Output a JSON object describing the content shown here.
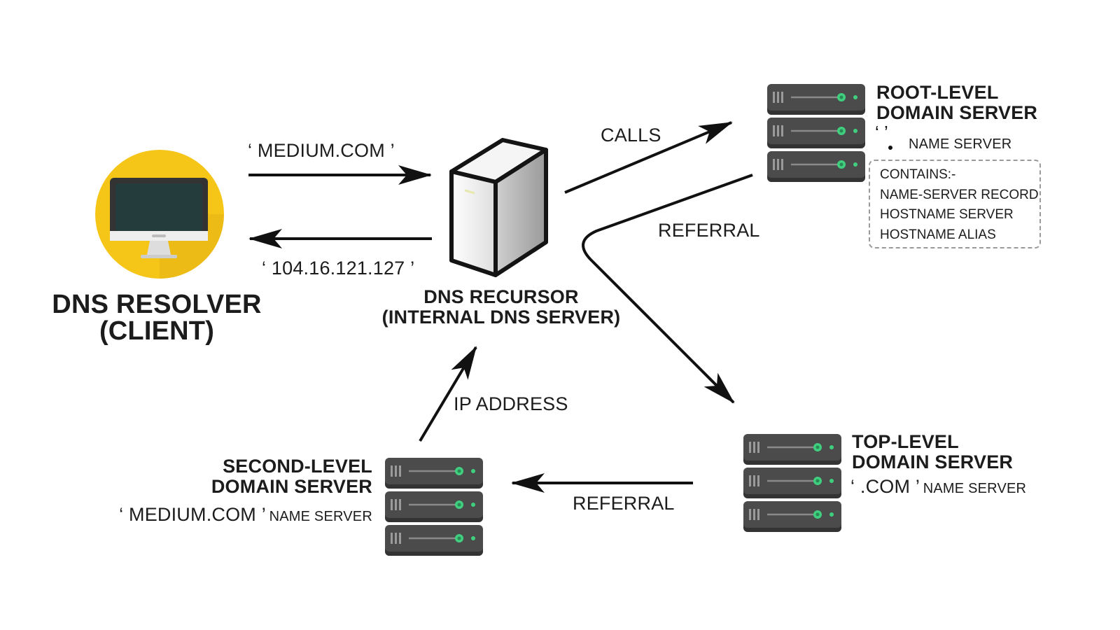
{
  "nodes": {
    "client": {
      "title_line1": "DNS RESOLVER",
      "title_line2": "(CLIENT)"
    },
    "recursor": {
      "title_line1": "DNS RECURSOR",
      "title_line2": "(INTERNAL DNS SERVER)"
    },
    "root": {
      "title_line1": "ROOT-LEVEL",
      "title_line2": "DOMAIN SERVER",
      "name_server_label": "NAME SERVER",
      "contains": [
        "CONTAINS:-",
        "NAME-SERVER RECORD",
        "HOSTNAME SERVER",
        "HOSTNAME ALIAS"
      ]
    },
    "tld": {
      "title_line1": "TOP-LEVEL",
      "title_line2": "DOMAIN SERVER",
      "domain": "‘ .COM ’",
      "name_server_label": "NAME SERVER"
    },
    "sld": {
      "title_line1": "SECOND-LEVEL",
      "title_line2": "DOMAIN SERVER",
      "domain": "‘ MEDIUM.COM ’",
      "name_server_label": "NAME SERVER"
    }
  },
  "edges": {
    "query": "‘ MEDIUM.COM ’",
    "response": "‘ 104.16.121.127 ’",
    "calls": "CALLS",
    "referral_root": "REFERRAL",
    "referral_tld": "REFERRAL",
    "ip_address": "IP ADDRESS"
  },
  "colors": {
    "client_circle": "#f5c518",
    "client_circle_shadow": "#e3a90f",
    "rack_dark": "#4b4b4b",
    "rack_darker": "#333333",
    "led_green": "#3fcf7f",
    "arrow": "#111111"
  }
}
